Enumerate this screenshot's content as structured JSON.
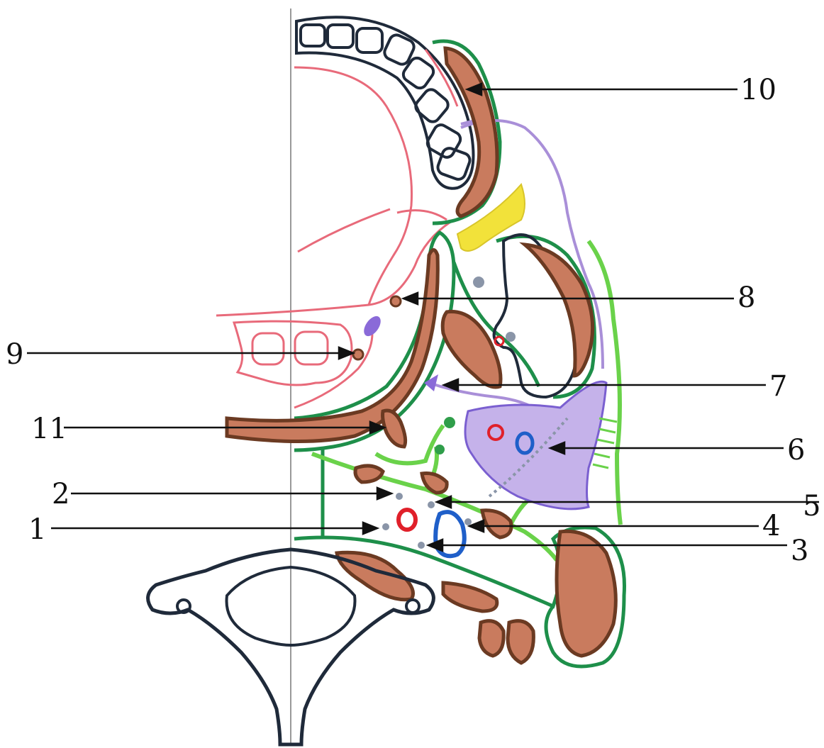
{
  "labels": [
    {
      "id": "1",
      "text": "1"
    },
    {
      "id": "2",
      "text": "2"
    },
    {
      "id": "3",
      "text": "3"
    },
    {
      "id": "4",
      "text": "4"
    },
    {
      "id": "5",
      "text": "5"
    },
    {
      "id": "6",
      "text": "6"
    },
    {
      "id": "7",
      "text": "7"
    },
    {
      "id": "8",
      "text": "8"
    },
    {
      "id": "9",
      "text": "9"
    },
    {
      "id": "10",
      "text": "10"
    },
    {
      "id": "11",
      "text": "11"
    }
  ],
  "colors": {
    "outline": "#1f2a3a",
    "fascia": "#1e8f4a",
    "fascia_light": "#6ad24a",
    "muscle_fill": "#c97b5e",
    "muscle_edge": "#6b3a22",
    "pink": "#e86a7a",
    "parotid": "#a98fd8",
    "parotid_edge": "#7a5fd0",
    "artery": "#e0202a",
    "vein": "#1f5fc9",
    "nerve": "#8a95a8",
    "fat": "#f2e23a"
  }
}
